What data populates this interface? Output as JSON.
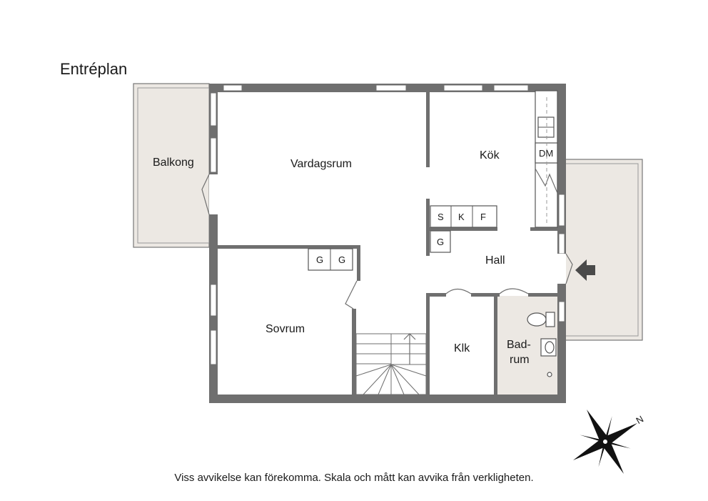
{
  "plan": {
    "title": "Entréplan",
    "disclaimer": "Viss avvikelse kan förekomma. Skala och mått kan avvika från verkligheten."
  },
  "rooms": {
    "balkong": "Balkong",
    "vardagsrum": "Vardagsrum",
    "kok": "Kök",
    "hall": "Hall",
    "sovrum": "Sovrum",
    "klk": "Klk",
    "badrum_line1": "Bad-",
    "badrum_line2": "rum"
  },
  "appliances": {
    "dm": "DM",
    "s": "S",
    "k": "K",
    "f": "F",
    "g_hall": "G",
    "g_sovrum_1": "G",
    "g_sovrum_2": "G"
  },
  "icons": {
    "compass": "compass-rose-icon",
    "north_letter": "N",
    "entrance": "entrance-arrow-icon"
  },
  "colors": {
    "wall": "#6f6f6f",
    "balcony_fill": "#ece8e3",
    "bathroom_fill": "#ece8e3"
  }
}
